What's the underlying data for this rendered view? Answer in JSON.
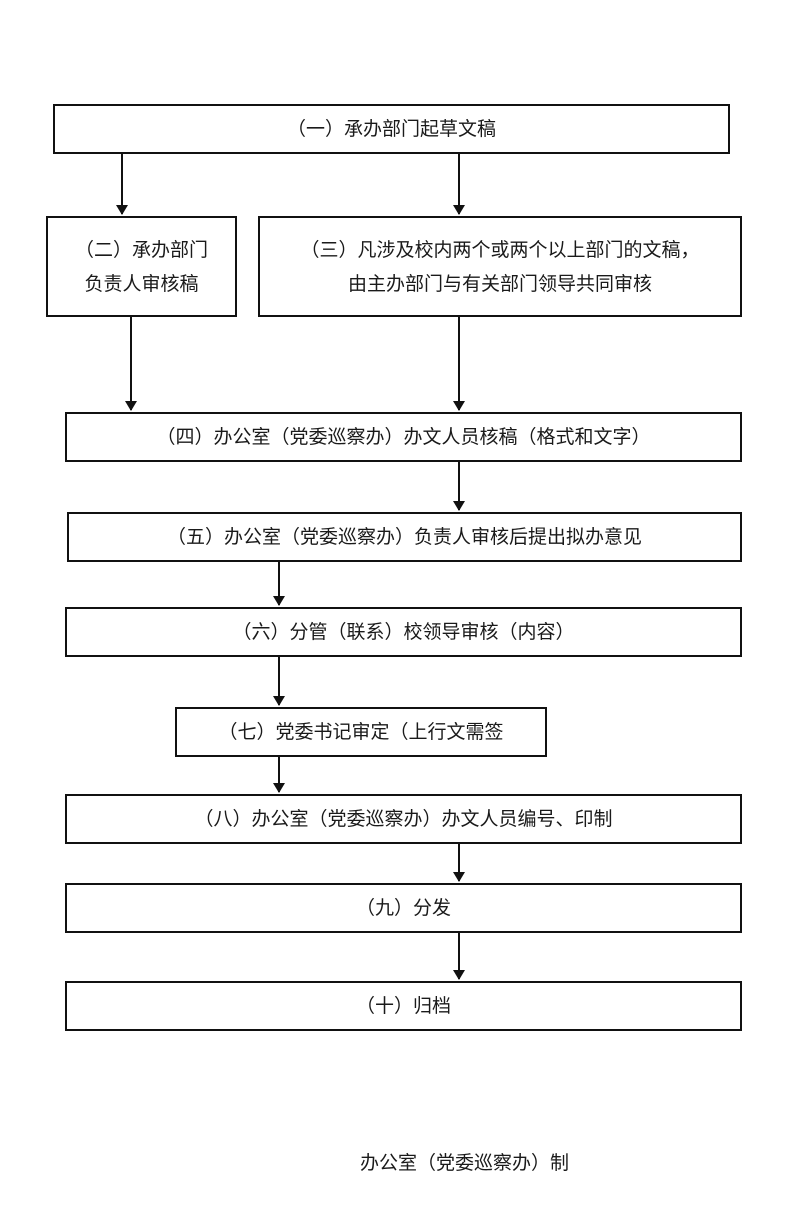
{
  "steps": [
    {
      "id": "s1",
      "text": "（一）承办部门起草文稿"
    },
    {
      "id": "s2",
      "lines": [
        "（二）承办部门",
        "负责人审核稿"
      ]
    },
    {
      "id": "s3",
      "lines": [
        "（三）凡涉及校内两个或两个以上部门的文稿，",
        "由主办部门与有关部门领导共同审核"
      ]
    },
    {
      "id": "s4",
      "text": "（四）办公室（党委巡察办）办文人员核稿（格式和文字）"
    },
    {
      "id": "s5",
      "text": "（五）办公室（党委巡察办）负责人审核后提出拟办意见"
    },
    {
      "id": "s6",
      "text": "（六）分管（联系）校领导审核（内容）"
    },
    {
      "id": "s7",
      "text": "（七）党委书记审定（上行文需签"
    },
    {
      "id": "s8",
      "text": "（八）办公室（党委巡察办）办文人员编号、印制"
    },
    {
      "id": "s9",
      "text": "（九）分发"
    },
    {
      "id": "s10",
      "text": "（十）归档"
    }
  ],
  "edges": [
    [
      "s1",
      "s2"
    ],
    [
      "s1",
      "s3"
    ],
    [
      "s2",
      "s4"
    ],
    [
      "s3",
      "s4"
    ],
    [
      "s4",
      "s5"
    ],
    [
      "s5",
      "s6"
    ],
    [
      "s6",
      "s7"
    ],
    [
      "s7",
      "s8"
    ],
    [
      "s8",
      "s9"
    ],
    [
      "s9",
      "s10"
    ]
  ],
  "footer": "办公室（党委巡察办）制"
}
